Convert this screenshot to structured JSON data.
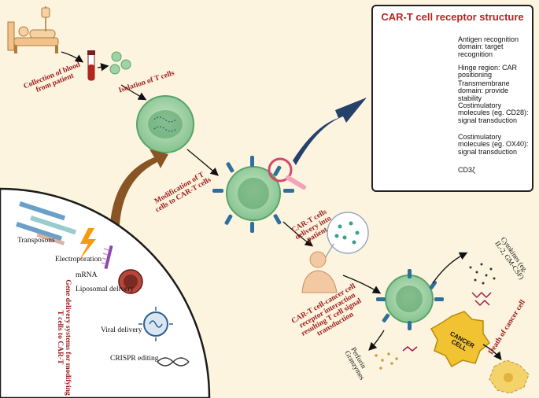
{
  "labels": {
    "collection": "Collection of blood from patient",
    "isolation": "Isolation of T cells",
    "modification": "Modification of T cells to CAR-T cells",
    "delivery": "CAR-T cells delivery into patient",
    "interaction": "CAR-T cell-cancer cell receptor interaction resulting T cell signal transduction",
    "cytokines": "Cytokines (eg. IL-2, GM-CSF)",
    "perforin": "Perforin Granzymes",
    "death": "Death of cancer cell",
    "cancer_cell": "CANCER CELL"
  },
  "receptor": {
    "title": "CAR-T cell receptor structure",
    "parts": [
      "Antigen recognition domain: target recognition",
      "Hinge region: CAR positioning",
      "Transmembrane domain: provide stability",
      "Costimulatory molecules (eg. CD28): signal transduction",
      "Costimulatory molecules (eg. OX40): signal transduction",
      "CD3ζ"
    ]
  },
  "gene_delivery": {
    "title": "Gene delivery systems for modifying T cells to CAR-T",
    "methods": [
      "Transposons",
      "Electroporation",
      "mRNA",
      "Liposomal delivery",
      "Viral delivery",
      "CRISPR editing"
    ]
  },
  "colors": {
    "background": "#fdf4df",
    "label_red": "#9b1c1c",
    "tcell": "#8fc79a",
    "receptor_purple": "#8e6fb0",
    "receptor_orange": "#e89466",
    "receptor_teal": "#1f8a9a",
    "cancer_yellow": "#f1c232",
    "arrow_brown": "#7a4a1c",
    "arrow_navy": "#25416b"
  }
}
